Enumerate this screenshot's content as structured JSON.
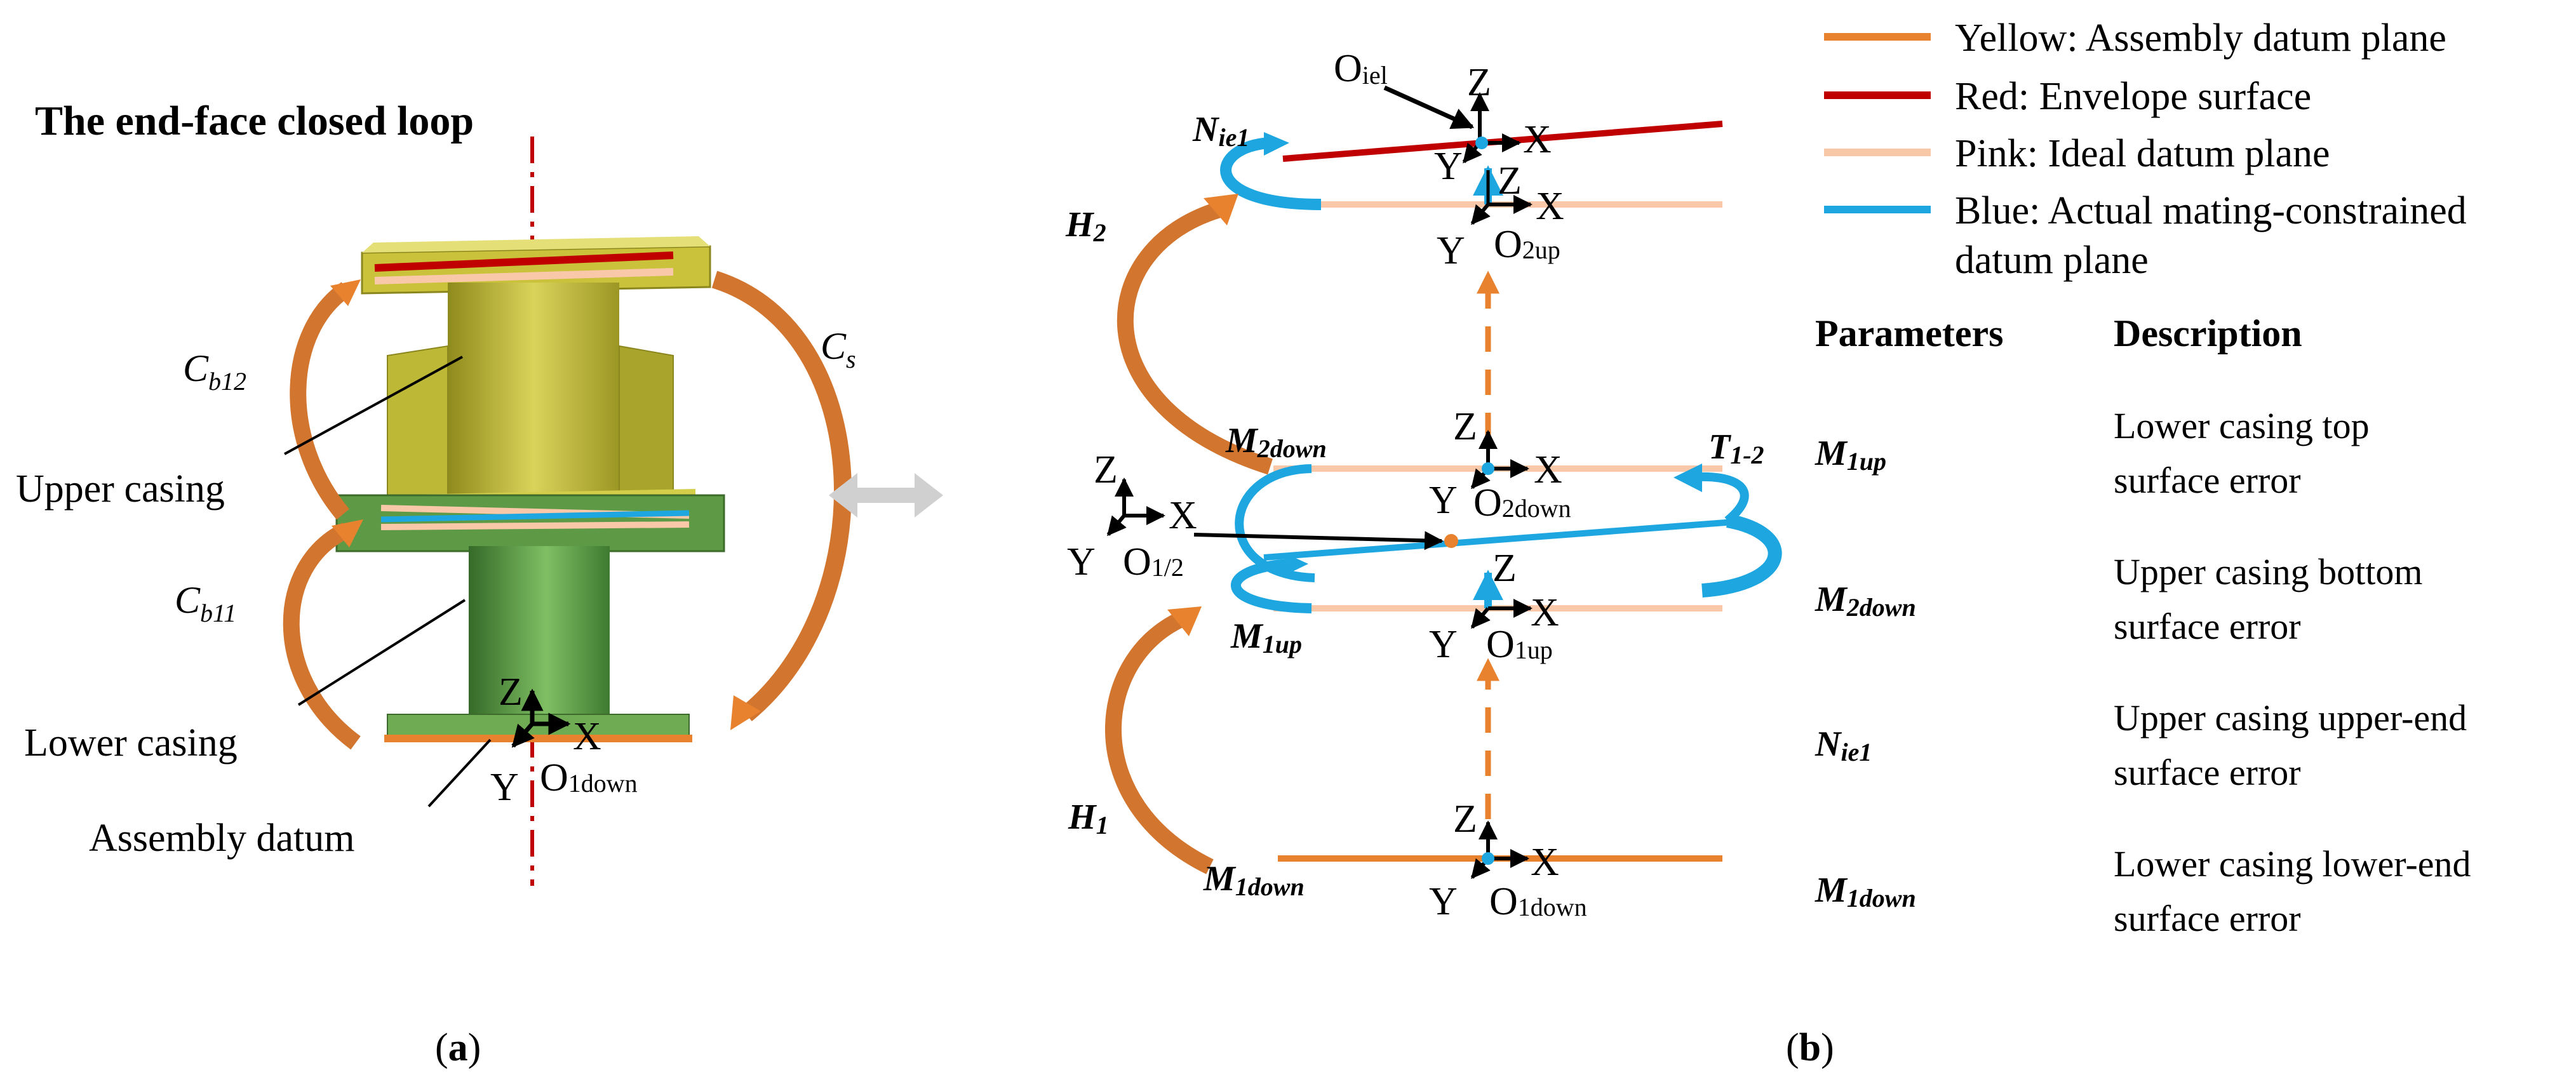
{
  "colors": {
    "yellow_plane": "#E8822E",
    "red_envelope": "#C00000",
    "pink_ideal": "#F8C8A8",
    "blue_actual": "#1EA6E0",
    "upper_casing": "#C8C23A",
    "lower_casing": "#5E9A45",
    "arrow_orange": "#D2752F",
    "axis": "#000000",
    "centerline": "#C00000"
  },
  "panel_a": {
    "title": "The end-face closed loop",
    "cb12": {
      "main": "C",
      "sub": "b12"
    },
    "cb11": {
      "main": "C",
      "sub": "b11"
    },
    "cs": {
      "main": "C",
      "sub": "s"
    },
    "upper_casing": "Upper casing",
    "lower_casing": "Lower casing",
    "assembly_datum": "Assembly datum",
    "axes": {
      "z": "Z",
      "x": "X",
      "y": "Y",
      "origin_main": "O",
      "origin_sub": "1down"
    },
    "caption": {
      "open": "(",
      "letter": "a",
      "close": ")"
    }
  },
  "panel_b": {
    "h2": {
      "main": "H",
      "sub": "2"
    },
    "h1": {
      "main": "H",
      "sub": "1"
    },
    "nie1": {
      "main": "N",
      "sub": "ie1"
    },
    "m2down": {
      "main": "M",
      "sub": "2down"
    },
    "m1up": {
      "main": "M",
      "sub": "1up"
    },
    "m1down": {
      "main": "M",
      "sub": "1down"
    },
    "t12": {
      "main": "T",
      "sub": "1-2"
    },
    "oiel": {
      "main": "O",
      "sub": "iel"
    },
    "o2up": {
      "main": "O",
      "sub": "2up"
    },
    "o2down": {
      "main": "O",
      "sub": "2down"
    },
    "o1up": {
      "main": "O",
      "sub": "1up"
    },
    "o1down": {
      "main": "O",
      "sub": "1down"
    },
    "o12": {
      "main": "O",
      "sub": "1/2"
    },
    "axis_z": "Z",
    "axis_x": "X",
    "axis_y": "Y",
    "caption": {
      "open": "(",
      "letter": "b",
      "close": ")"
    }
  },
  "legend": [
    {
      "key": "yellow",
      "line1": "Yellow: Assembly datum plane",
      "line2": ""
    },
    {
      "key": "red",
      "line1": "Red: Envelope surface",
      "line2": ""
    },
    {
      "key": "pink",
      "line1": "Pink: Ideal datum plane",
      "line2": ""
    },
    {
      "key": "blue",
      "line1": "Blue: Actual mating-constrained",
      "line2": "datum plane"
    }
  ],
  "param_table": {
    "header_param": "Parameters",
    "header_desc": "Description",
    "rows": [
      {
        "main": "M",
        "sub": "1up",
        "line1": "Lower casing top",
        "line2": "surface error"
      },
      {
        "main": "M",
        "sub": "2down",
        "line1": "Upper casing bottom",
        "line2": "surface error"
      },
      {
        "main": "N",
        "sub": "ie1",
        "line1": "Upper casing upper-end",
        "line2": "surface error"
      },
      {
        "main": "M",
        "sub": "1down",
        "line1": "Lower casing lower-end",
        "line2": "surface error"
      }
    ]
  }
}
